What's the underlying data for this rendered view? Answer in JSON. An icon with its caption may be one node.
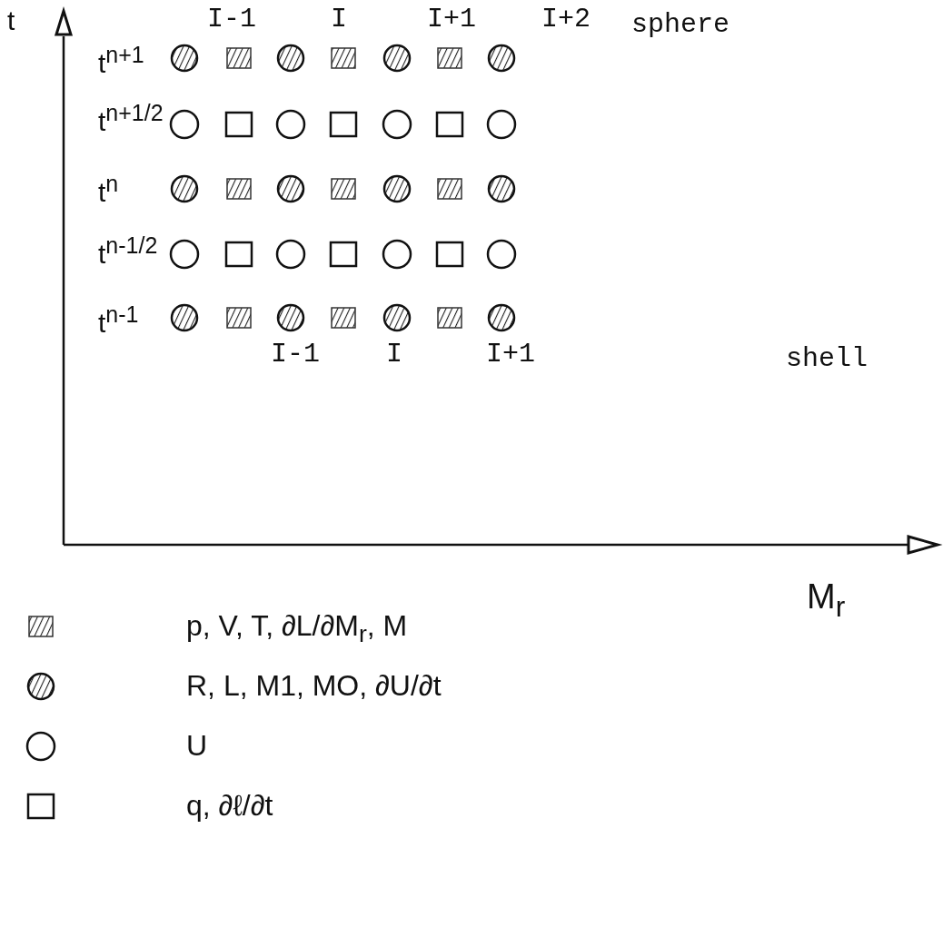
{
  "diagram": {
    "labels": [
      "t",
      "I-1",
      "I",
      "I+1",
      "I+2",
      "sphere",
      "t$^{n+1}$",
      "t$^{n+1/2}$",
      "t$^{n}$",
      "t$^{n-1/2}$",
      "t$^{n-1}$",
      "I-1",
      "I",
      "I+1",
      "shell",
      "M$_{r}$"
    ],
    "legend": [
      {
        "text": "p, V, T, ∂L/∂M$_{r}$, M"
      },
      {
        "text": "R, L, M1, MO, ∂U/∂t"
      },
      {
        "text": "U"
      },
      {
        "text": "q, ∂ℓ/∂t"
      }
    ]
  }
}
